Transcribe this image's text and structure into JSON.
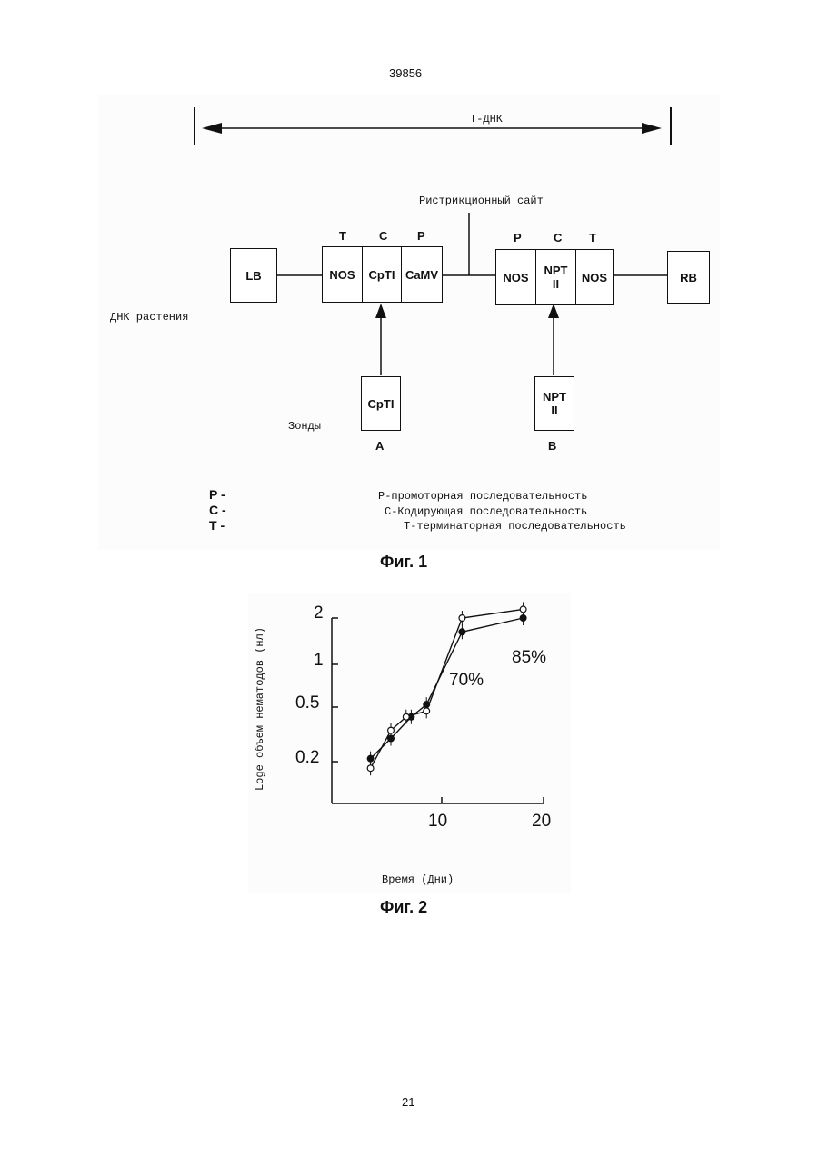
{
  "header": {
    "page_code": "39856"
  },
  "figure1": {
    "tdna_label": "Т-ДНК",
    "restriction_label": "Ристрикционный сайт",
    "plant_dna_label": "ДНК растения",
    "probes_label": "Зонды",
    "left_cassette": {
      "letters": [
        "T",
        "C",
        "P"
      ],
      "boxes": [
        "NOS",
        "CpTI",
        "CaMV"
      ]
    },
    "right_cassette": {
      "letters": [
        "P",
        "C",
        "T"
      ],
      "boxes": [
        "NOS",
        "NPT II",
        "NOS"
      ]
    },
    "border_left": "LB",
    "border_right": "RB",
    "probe_a": {
      "box": "CpTI",
      "letter": "A"
    },
    "probe_b": {
      "box": "NPT II",
      "letter": "B"
    },
    "legend": [
      {
        "key": "P -",
        "text": "Р-промоторная последовательность"
      },
      {
        "key": "C -",
        "text": "С-Кодирующая последовательность"
      },
      {
        "key": "T -",
        "text": "Т-терминаторная последовательность"
      }
    ],
    "caption": "Фиг. 1"
  },
  "figure2": {
    "caption": "Фиг. 2",
    "chart_data": {
      "type": "line",
      "xlabel": "Время (Дни)",
      "ylabel": "Loge объем нематодов (нл)",
      "x_ticks": [
        "10",
        "20"
      ],
      "y_ticks": [
        "2",
        "1",
        "0.5",
        "0.2"
      ],
      "ylog": true,
      "annotations": [
        "70%",
        "85%"
      ],
      "series": [
        {
          "marker": "filled",
          "x": [
            3,
            5,
            7,
            8.5,
            12,
            18
          ],
          "y": [
            0.21,
            0.29,
            0.41,
            0.5,
            1.6,
            2.0
          ]
        },
        {
          "marker": "open",
          "x": [
            3,
            5,
            6.5,
            8.5,
            12,
            18
          ],
          "y": [
            0.18,
            0.33,
            0.41,
            0.45,
            2.0,
            2.3
          ]
        }
      ]
    }
  },
  "footer": {
    "page_number": "21"
  }
}
